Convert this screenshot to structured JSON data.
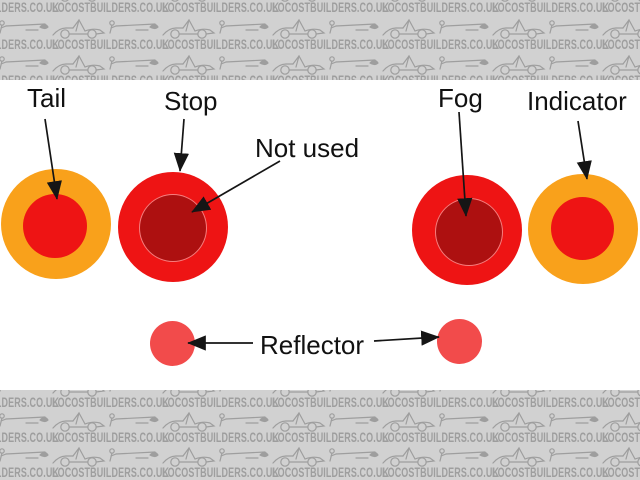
{
  "watermark": {
    "site_text": "LOCOSTBUILDERS.CO.UK"
  },
  "diagram": {
    "labels": {
      "tail": "Tail",
      "stop": "Stop",
      "not_used": "Not used",
      "fog": "Fog",
      "indicator": "Indicator",
      "reflector": "Reflector"
    },
    "lights": [
      {
        "label": "Tail",
        "outer_color": "orange",
        "inner_color": "red"
      },
      {
        "label": "Stop",
        "outer_color": "red",
        "inner_color": "dark_red",
        "inner_note": "Not used"
      },
      {
        "label": "Fog",
        "outer_color": "red",
        "inner_color": "dark_red"
      },
      {
        "label": "Indicator",
        "outer_color": "orange",
        "inner_color": "red"
      },
      {
        "label": "Reflector",
        "color": "reflector_red",
        "count": 2
      }
    ]
  },
  "colors": {
    "orange": "#F9A11B",
    "red": "#EE1414",
    "dark_red": "#AD1010",
    "reflector_red": "#F24B4B",
    "band_bg": "#D1D1D1",
    "watermark_gray": "#9E9E9E",
    "arrow_black": "#151515"
  }
}
